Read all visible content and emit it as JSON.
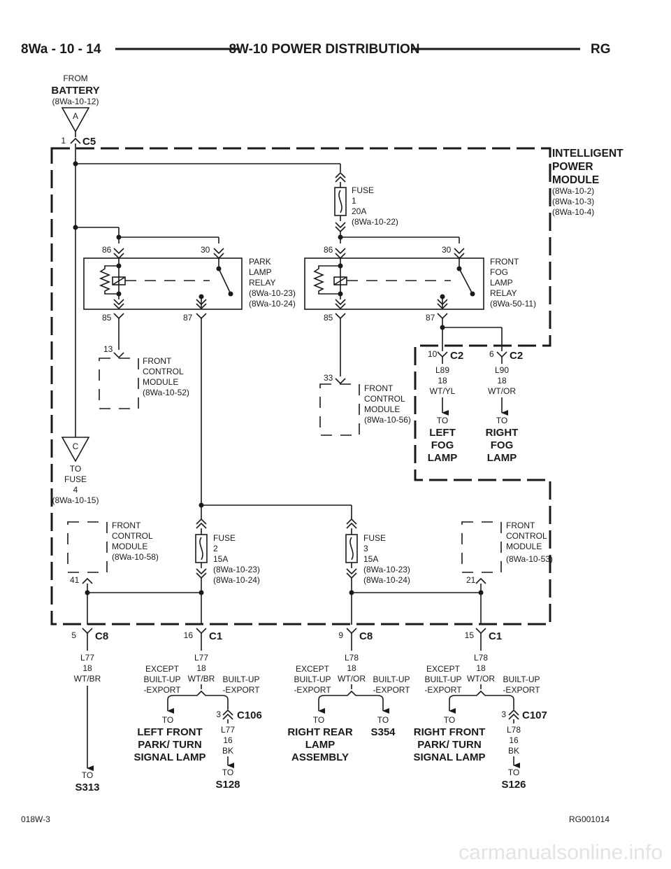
{
  "header": {
    "left": "8Wa - 10 - 14",
    "title": "8W-10 POWER DISTRIBUTION",
    "right": "RG"
  },
  "footer": {
    "left": "018W-3",
    "right": "RG001014",
    "watermark": "carmanualsonline.info"
  },
  "battery": {
    "from": "FROM",
    "name": "BATTERY",
    "ref": "(8Wa-10-12)",
    "symbol": "A",
    "pin": "1",
    "connector": "C5"
  },
  "ipm": {
    "lines": [
      "INTELLIGENT",
      "POWER",
      "MODULE"
    ],
    "refs": [
      "(8Wa-10-2)",
      "(8Wa-10-3)",
      "(8Wa-10-4)"
    ]
  },
  "fuse1": {
    "lines": [
      "FUSE",
      "1",
      "20A",
      "(8Wa-10-22)"
    ]
  },
  "fuse2": {
    "lines": [
      "FUSE",
      "2",
      "15A",
      "(8Wa-10-23)",
      "(8Wa-10-24)"
    ]
  },
  "fuse3": {
    "lines": [
      "FUSE",
      "3",
      "15A",
      "(8Wa-10-23)",
      "(8Wa-10-24)"
    ]
  },
  "park_relay": {
    "lines": [
      "PARK",
      "LAMP",
      "RELAY",
      "(8Wa-10-23)",
      "(8Wa-10-24)"
    ],
    "pins": {
      "p86": "86",
      "p30": "30",
      "p85": "85",
      "p87": "87"
    }
  },
  "fog_relay": {
    "lines": [
      "FRONT",
      "FOG",
      "LAMP",
      "RELAY",
      "(8Wa-50-11)"
    ],
    "pins": {
      "p86": "86",
      "p30": "30",
      "p85": "85",
      "p87": "87"
    }
  },
  "fcm1": {
    "pin": "13",
    "lines": [
      "FRONT",
      "CONTROL",
      "MODULE",
      "(8Wa-10-52)"
    ]
  },
  "fcm2": {
    "pin": "33",
    "lines": [
      "FRONT",
      "CONTROL",
      "MODULE",
      "(8Wa-10-56)"
    ]
  },
  "fcm3": {
    "pin": "41",
    "lines": [
      "FRONT",
      "CONTROL",
      "MODULE",
      "(8Wa-10-58)"
    ]
  },
  "fcm4": {
    "pin": "21",
    "lines": [
      "FRONT",
      "CONTROL",
      "MODULE",
      "(8Wa-10-53)"
    ]
  },
  "to_fuse4": {
    "symbol": "C",
    "lines": [
      "TO",
      "FUSE",
      "4",
      "(8Wa-10-15)"
    ]
  },
  "fog_left": {
    "pin": "10",
    "connector": "C2",
    "wire": [
      "L89",
      "18",
      "WT/YL"
    ],
    "to": "TO",
    "dest": [
      "LEFT",
      "FOG",
      "LAMP"
    ]
  },
  "fog_right": {
    "pin": "6",
    "connector": "C2",
    "wire": [
      "L90",
      "18",
      "WT/OR"
    ],
    "to": "TO",
    "dest": [
      "RIGHT",
      "FOG",
      "LAMP"
    ]
  },
  "out1": {
    "pin": "5",
    "connector": "C8",
    "wire": [
      "L77",
      "18",
      "WT/BR"
    ],
    "to": "TO",
    "dest": "S313"
  },
  "out2": {
    "pin": "16",
    "connector": "C1",
    "wire": [
      "L77",
      "18",
      "WT/BR"
    ],
    "except": [
      "EXCEPT",
      "BUILT-UP",
      "-EXPORT"
    ],
    "builtup": [
      "BUILT-UP",
      "-EXPORT"
    ],
    "to": "TO",
    "dest": [
      "LEFT FRONT",
      "PARK/ TURN",
      "SIGNAL LAMP"
    ],
    "splice_pin": "3",
    "splice_conn": "C106",
    "splice_wire": [
      "L77",
      "16",
      "BK"
    ],
    "splice_to": "TO",
    "splice_dest": "S128"
  },
  "out3": {
    "pin": "9",
    "connector": "C8",
    "wire": [
      "L78",
      "18",
      "WT/OR"
    ],
    "except": [
      "EXCEPT",
      "BUILT-UP",
      "-EXPORT"
    ],
    "builtup": [
      "BUILT-UP",
      "-EXPORT"
    ],
    "to": "TO",
    "dest": [
      "RIGHT REAR",
      "LAMP",
      "ASSEMBLY"
    ],
    "alt_to": "TO",
    "alt_dest": "S354"
  },
  "out4": {
    "pin": "15",
    "connector": "C1",
    "wire": [
      "L78",
      "18",
      "WT/OR"
    ],
    "except": [
      "EXCEPT",
      "BUILT-UP",
      "-EXPORT"
    ],
    "builtup": [
      "BUILT-UP",
      "-EXPORT"
    ],
    "to": "TO",
    "dest": [
      "RIGHT FRONT",
      "PARK/ TURN",
      "SIGNAL LAMP"
    ],
    "splice_pin": "3",
    "splice_conn": "C107",
    "splice_wire": [
      "L78",
      "16",
      "BK"
    ],
    "splice_to": "TO",
    "splice_dest": "S126"
  }
}
